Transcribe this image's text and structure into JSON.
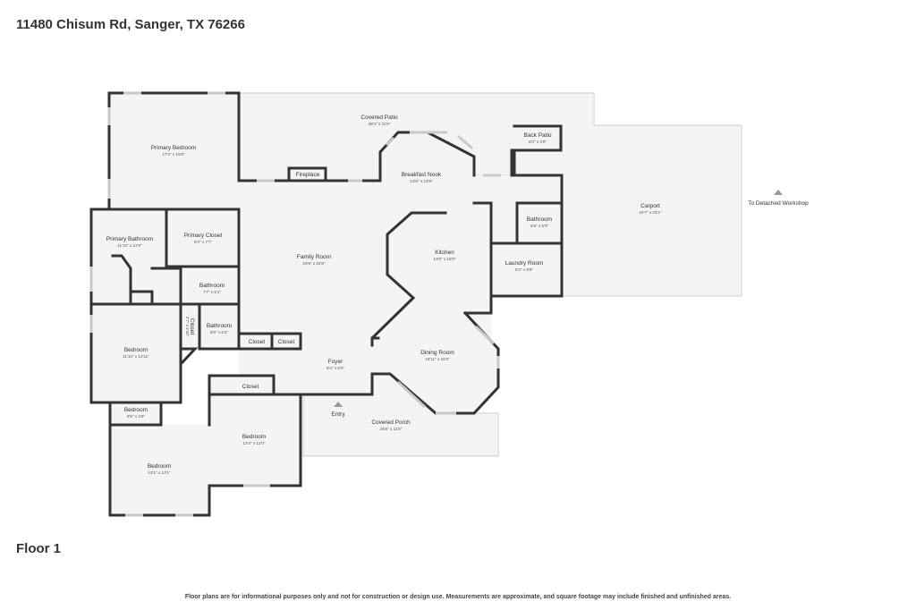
{
  "address": "11480 Chisum Rd, Sanger, TX 76266",
  "floor_label": "Floor 1",
  "disclaimer": "Floor plans are for informational purposes only and not for construction or design use. Measurements are approximate, and square footage may include finished and unfinished areas.",
  "rooms": {
    "covered_patio": {
      "name": "Covered Patio",
      "dims": "48'3\" x 11'9\""
    },
    "primary_bedroom": {
      "name": "Primary Bedroom",
      "dims": "17'4\" x 15'8\""
    },
    "fireplace": {
      "name": "Fireplace"
    },
    "breakfast_nook": {
      "name": "Breakfast Nook",
      "dims": "13'8\" x 13'9\""
    },
    "back_patio": {
      "name": "Back Patio",
      "dims": "6'0\" x 3'0\""
    },
    "carport": {
      "name": "Carport",
      "dims": "24'7\" x 23'1\""
    },
    "to_detached_workshop": {
      "name": "To Detached Workshop"
    },
    "primary_bathroom": {
      "name": "Primary Bathroom",
      "dims": "11'10\" x 12'9\""
    },
    "primary_closet": {
      "name": "Primary Closet",
      "dims": "9'4\" x 7'7\""
    },
    "family_room": {
      "name": "Family Room",
      "dims": "23'9\" x 20'8\""
    },
    "kitchen": {
      "name": "Kitchen",
      "dims": "13'6\" x 15'0\""
    },
    "bathroom_east": {
      "name": "Bathroom",
      "dims": "5'8\" x 5'0\""
    },
    "laundry_room": {
      "name": "Laundry Room",
      "dims": "9'3\" x 8'8\""
    },
    "bathroom_hall": {
      "name": "Bathroom",
      "dims": "7'7\" x 5'1\""
    },
    "closet_vertical": {
      "name": "Closet",
      "dims": "2'7\" x 4'10\""
    },
    "bathroom_small": {
      "name": "Bathroom",
      "dims": "5'8\" x 5'4\""
    },
    "closet_a": {
      "name": "Closet"
    },
    "closet_b": {
      "name": "Closet"
    },
    "bedroom_west": {
      "name": "Bedroom",
      "dims": "11'10\" x 12'11\""
    },
    "foyer": {
      "name": "Foyer",
      "dims": "9'4\" x 8'0\""
    },
    "dining_room": {
      "name": "Dining Room",
      "dims": "16'11\" x 15'3\""
    },
    "closet_c": {
      "name": "Closet"
    },
    "entry": {
      "name": "Entry"
    },
    "covered_porch": {
      "name": "Covered Porch",
      "dims": "26'8\" x 11'5\""
    },
    "bedroom_tiny": {
      "name": "Bedroom",
      "dims": "6'9\" x 2'8\""
    },
    "bedroom_center": {
      "name": "Bedroom",
      "dims": "12'4\" x 12'0\""
    },
    "bedroom_southwest": {
      "name": "Bedroom",
      "dims": "13'1\" x 12'1\""
    }
  }
}
